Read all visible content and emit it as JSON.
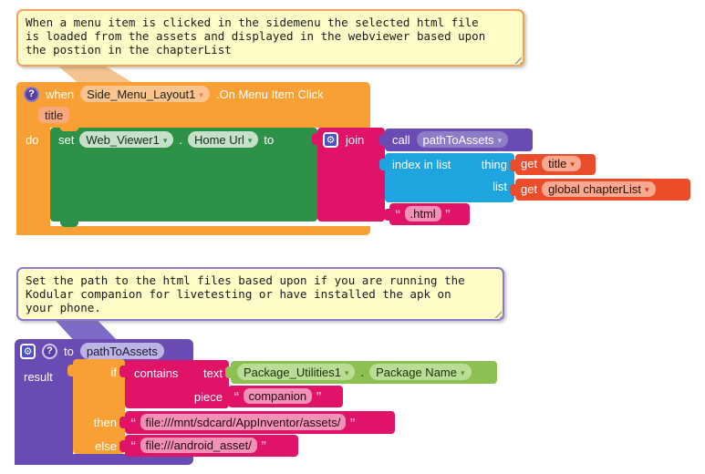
{
  "icons": {
    "gear": "⚙",
    "help": "?",
    "dropdown": "▾",
    "quote_open": "“",
    "quote_close": "”"
  },
  "comment1": {
    "text": "When a menu item is clicked in the sidemenu the selected html file\nis loaded from the assets and displayed in the webviewer based upon\nthe postion in the chapterList"
  },
  "comment2": {
    "text": "Set the path to the html files based upon if you are running the\nKodular companion for livetesting or have installed the apk on\nyour phone."
  },
  "event_block": {
    "when": "when",
    "component": "Side_Menu_Layout1",
    "event": ".On Menu Item Click",
    "param": "title",
    "do": "do"
  },
  "set_block": {
    "set": "set",
    "component": "Web_Viewer1",
    "dot": ".",
    "property": "Home Url",
    "to": "to"
  },
  "join_block": {
    "label": "join"
  },
  "call_block": {
    "call": "call",
    "procedure": "pathToAssets"
  },
  "index_block": {
    "label": "index in list",
    "thing": "thing",
    "list": "list"
  },
  "get_title_block": {
    "get": "get",
    "variable": "title"
  },
  "get_list_block": {
    "get": "get",
    "variable": "global chapterList"
  },
  "html_text_block": {
    "value": ".html"
  },
  "proc_block": {
    "to": "to",
    "name": "pathToAssets",
    "result": "result"
  },
  "if_block": {
    "if": "if",
    "then": "then",
    "else": "else"
  },
  "contains_block": {
    "contains": "contains",
    "text": "text",
    "piece": "piece"
  },
  "package_block": {
    "component": "Package_Utilities1",
    "dot": ".",
    "property": "Package Name"
  },
  "companion_text_block": {
    "value": "companion"
  },
  "then_text_block": {
    "value": "file:///mnt/sdcard/AppInventor/assets/"
  },
  "else_text_block": {
    "value": "file:///android_asset/"
  },
  "colors": {
    "event_orange": "#F9A035",
    "setter_green": "#2E9148",
    "text_magenta": "#E11368",
    "list_blue": "#1EA5E0",
    "variable_red": "#EB4D2B",
    "procedure_purple": "#6A4BB3",
    "component_green": "#8CC152",
    "comment_bg": "#FFFCC8",
    "comment1_border": "#F2A25E",
    "comment2_border": "#8B7ACF",
    "mutator_indigo": "#4A50C6"
  }
}
